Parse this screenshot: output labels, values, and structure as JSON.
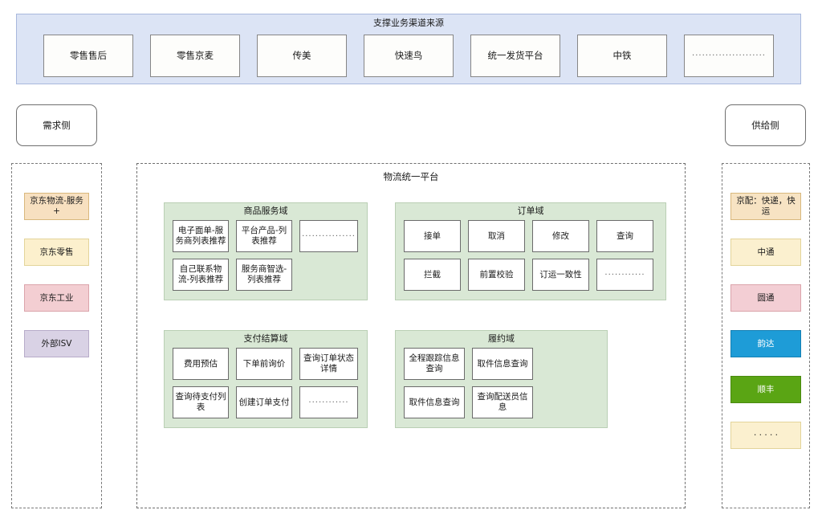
{
  "channel_banner": {
    "title": "支撑业务渠道来源",
    "bg_color": "#dce4f5",
    "items": [
      {
        "label": "零售售后"
      },
      {
        "label": "零售京麦"
      },
      {
        "label": "传美"
      },
      {
        "label": "快速鸟"
      },
      {
        "label": "统一发货平台"
      },
      {
        "label": "中铁"
      },
      {
        "label": "······················"
      }
    ]
  },
  "demand_side": {
    "pill_label": "需求侧",
    "items": [
      {
        "label": "京东物流-服务+",
        "bg": "#f7e0c0",
        "border": "#d9b87d",
        "text": "#1a1a1a"
      },
      {
        "label": "京东零售",
        "bg": "#fcf0cd",
        "border": "#e3d49a",
        "text": "#1a1a1a"
      },
      {
        "label": "京东工业",
        "bg": "#f3ced2",
        "border": "#dba4ab",
        "text": "#1a1a1a"
      },
      {
        "label": "外部ISV",
        "bg": "#d9d2e5",
        "border": "#b7acc9",
        "text": "#1a1a1a"
      }
    ]
  },
  "supply_side": {
    "pill_label": "供给侧",
    "items": [
      {
        "label": "京配：快递，快运",
        "bg": "#f7e3c3",
        "border": "#d9b87d",
        "text": "#1a1a1a"
      },
      {
        "label": "中通",
        "bg": "#fbf0cf",
        "border": "#e3d49a",
        "text": "#1a1a1a"
      },
      {
        "label": "圆通",
        "bg": "#f3ced4",
        "border": "#dba4ab",
        "text": "#1a1a1a"
      },
      {
        "label": "韵达",
        "bg": "#1e9cd7",
        "border": "#1580b3",
        "text": "#ffffff"
      },
      {
        "label": "顺丰",
        "bg": "#5aa514",
        "border": "#4a8a10",
        "text": "#ffffff"
      },
      {
        "label": "· · · · ·",
        "bg": "#fbf0cf",
        "border": "#e3d49a",
        "text": "#1a1a1a"
      }
    ]
  },
  "platform": {
    "title": "物流统一平台",
    "domain_bg": "#d9e8d5",
    "domains": [
      {
        "id": "product",
        "title": "商品服务域",
        "cells": [
          {
            "label": "电子面单-服务商列表推荐"
          },
          {
            "label": "平台产品-列表推荐"
          },
          {
            "label": "················"
          },
          {
            "label": "自己联系物流-列表推荐"
          },
          {
            "label": "服务商智选-列表推荐"
          }
        ]
      },
      {
        "id": "order",
        "title": "订单域",
        "cells": [
          {
            "label": "接单"
          },
          {
            "label": "取消"
          },
          {
            "label": "修改"
          },
          {
            "label": "查询"
          },
          {
            "label": "拦截"
          },
          {
            "label": "前置校验"
          },
          {
            "label": "订运一致性"
          },
          {
            "label": "············"
          }
        ]
      },
      {
        "id": "payment",
        "title": "支付结算域",
        "cells": [
          {
            "label": "费用预估"
          },
          {
            "label": "下单前询价"
          },
          {
            "label": "查询订单状态详情"
          },
          {
            "label": "查询待支付列表"
          },
          {
            "label": "创建订单支付"
          },
          {
            "label": "············"
          }
        ]
      },
      {
        "id": "fulfillment",
        "title": "履约域",
        "cells": [
          {
            "label": "全程跟踪信息查询"
          },
          {
            "label": "取件信息查询"
          },
          {
            "label": "取件信息查询"
          },
          {
            "label": "查询配送员信息"
          }
        ]
      }
    ]
  }
}
